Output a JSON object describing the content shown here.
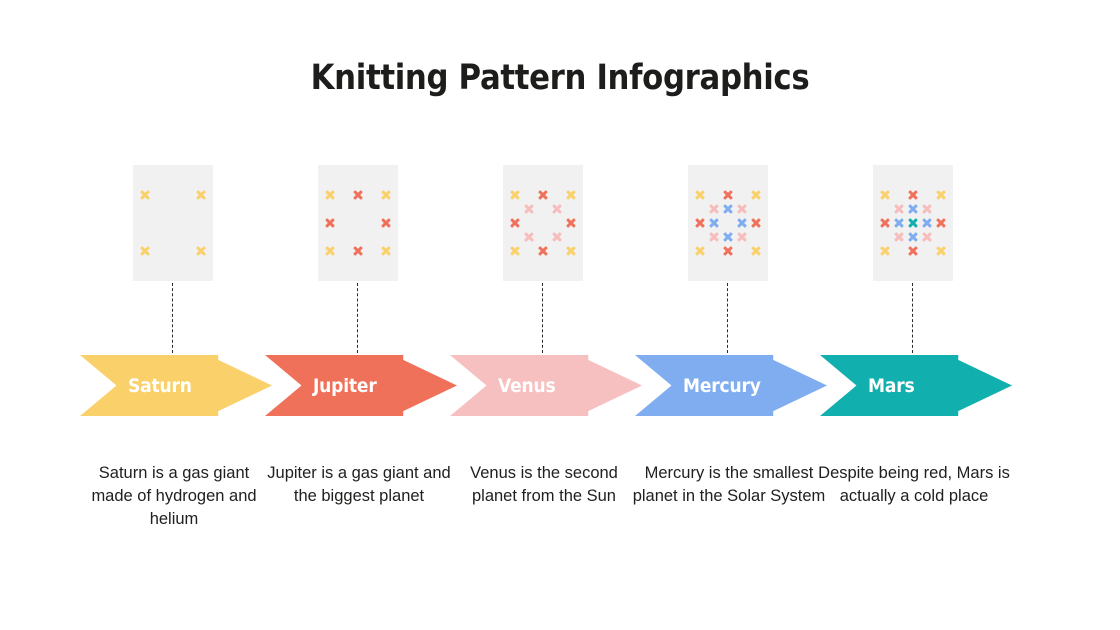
{
  "slide": {
    "title": "Knitting Pattern Infographics",
    "background_color": "#FFFFFF"
  },
  "palette": {
    "yellow": "#FAD06B",
    "red": "#F0715A",
    "pink": "#F7C0C0",
    "blue": "#7FADEF",
    "teal": "#11AFAE",
    "pink_light": "#F7BCBC",
    "swatch_background": "#F1F1F1",
    "connector": "#2B2B2B",
    "title_text": "#1D1D1B",
    "body_text": "#20201E",
    "label_text": "#FFFFFF"
  },
  "steps": [
    {
      "id": "saturn",
      "label": "Saturn",
      "color": "#FAD06B",
      "description": "Saturn is a gas giant made of hydrogen and helium",
      "swatch_name": "knitting-swatch-saturn",
      "stitches": [
        {
          "row": 0,
          "col": 0,
          "color": "#FAD06B"
        },
        {
          "row": 0,
          "col": 4,
          "color": "#FAD06B"
        },
        {
          "row": 4,
          "col": 0,
          "color": "#FAD06B"
        },
        {
          "row": 4,
          "col": 4,
          "color": "#FAD06B"
        }
      ]
    },
    {
      "id": "jupiter",
      "label": "Jupiter",
      "color": "#F0715A",
      "description": "Jupiter is a gas giant and the biggest planet",
      "swatch_name": "knitting-swatch-jupiter",
      "stitches": [
        {
          "row": 0,
          "col": 0,
          "color": "#FAD06B"
        },
        {
          "row": 0,
          "col": 2,
          "color": "#F0715A"
        },
        {
          "row": 0,
          "col": 4,
          "color": "#FAD06B"
        },
        {
          "row": 2,
          "col": 0,
          "color": "#F0715A"
        },
        {
          "row": 2,
          "col": 4,
          "color": "#F0715A"
        },
        {
          "row": 4,
          "col": 0,
          "color": "#FAD06B"
        },
        {
          "row": 4,
          "col": 2,
          "color": "#F0715A"
        },
        {
          "row": 4,
          "col": 4,
          "color": "#FAD06B"
        }
      ]
    },
    {
      "id": "venus",
      "label": "Venus",
      "color": "#F7C0C0",
      "description": "Venus is the second planet from the Sun",
      "swatch_name": "knitting-swatch-venus",
      "stitches": [
        {
          "row": 0,
          "col": 0,
          "color": "#FAD06B"
        },
        {
          "row": 0,
          "col": 2,
          "color": "#F0715A"
        },
        {
          "row": 0,
          "col": 4,
          "color": "#FAD06B"
        },
        {
          "row": 1,
          "col": 1,
          "color": "#F7BCBC"
        },
        {
          "row": 1,
          "col": 3,
          "color": "#F7BCBC"
        },
        {
          "row": 2,
          "col": 0,
          "color": "#F0715A"
        },
        {
          "row": 2,
          "col": 4,
          "color": "#F0715A"
        },
        {
          "row": 3,
          "col": 1,
          "color": "#F7BCBC"
        },
        {
          "row": 3,
          "col": 3,
          "color": "#F7BCBC"
        },
        {
          "row": 4,
          "col": 0,
          "color": "#FAD06B"
        },
        {
          "row": 4,
          "col": 2,
          "color": "#F0715A"
        },
        {
          "row": 4,
          "col": 4,
          "color": "#FAD06B"
        }
      ]
    },
    {
      "id": "mercury",
      "label": "Mercury",
      "color": "#7FADEF",
      "description": "Mercury is the smallest planet in the Solar System",
      "swatch_name": "knitting-swatch-mercury",
      "stitches": [
        {
          "row": 0,
          "col": 0,
          "color": "#FAD06B"
        },
        {
          "row": 0,
          "col": 2,
          "color": "#F0715A"
        },
        {
          "row": 0,
          "col": 4,
          "color": "#FAD06B"
        },
        {
          "row": 1,
          "col": 1,
          "color": "#F7BCBC"
        },
        {
          "row": 1,
          "col": 2,
          "color": "#7FADEF"
        },
        {
          "row": 1,
          "col": 3,
          "color": "#F7BCBC"
        },
        {
          "row": 2,
          "col": 0,
          "color": "#F0715A"
        },
        {
          "row": 2,
          "col": 1,
          "color": "#7FADEF"
        },
        {
          "row": 2,
          "col": 3,
          "color": "#7FADEF"
        },
        {
          "row": 2,
          "col": 4,
          "color": "#F0715A"
        },
        {
          "row": 3,
          "col": 1,
          "color": "#F7BCBC"
        },
        {
          "row": 3,
          "col": 2,
          "color": "#7FADEF"
        },
        {
          "row": 3,
          "col": 3,
          "color": "#F7BCBC"
        },
        {
          "row": 4,
          "col": 0,
          "color": "#FAD06B"
        },
        {
          "row": 4,
          "col": 2,
          "color": "#F0715A"
        },
        {
          "row": 4,
          "col": 4,
          "color": "#FAD06B"
        }
      ]
    },
    {
      "id": "mars",
      "label": "Mars",
      "color": "#11AFAE",
      "description": "Despite being red, Mars is actually a cold place",
      "swatch_name": "knitting-swatch-mars",
      "stitches": [
        {
          "row": 0,
          "col": 0,
          "color": "#FAD06B"
        },
        {
          "row": 0,
          "col": 2,
          "color": "#F0715A"
        },
        {
          "row": 0,
          "col": 4,
          "color": "#FAD06B"
        },
        {
          "row": 1,
          "col": 1,
          "color": "#F7BCBC"
        },
        {
          "row": 1,
          "col": 2,
          "color": "#7FADEF"
        },
        {
          "row": 1,
          "col": 3,
          "color": "#F7BCBC"
        },
        {
          "row": 2,
          "col": 0,
          "color": "#F0715A"
        },
        {
          "row": 2,
          "col": 1,
          "color": "#7FADEF"
        },
        {
          "row": 2,
          "col": 2,
          "color": "#11AFAE"
        },
        {
          "row": 2,
          "col": 3,
          "color": "#7FADEF"
        },
        {
          "row": 2,
          "col": 4,
          "color": "#F0715A"
        },
        {
          "row": 3,
          "col": 1,
          "color": "#F7BCBC"
        },
        {
          "row": 3,
          "col": 2,
          "color": "#7FADEF"
        },
        {
          "row": 3,
          "col": 3,
          "color": "#F7BCBC"
        },
        {
          "row": 4,
          "col": 0,
          "color": "#FAD06B"
        },
        {
          "row": 4,
          "col": 2,
          "color": "#F0715A"
        },
        {
          "row": 4,
          "col": 4,
          "color": "#FAD06B"
        }
      ]
    }
  ],
  "layout": {
    "column_left_positions": [
      80,
      265,
      450,
      635,
      820
    ]
  }
}
